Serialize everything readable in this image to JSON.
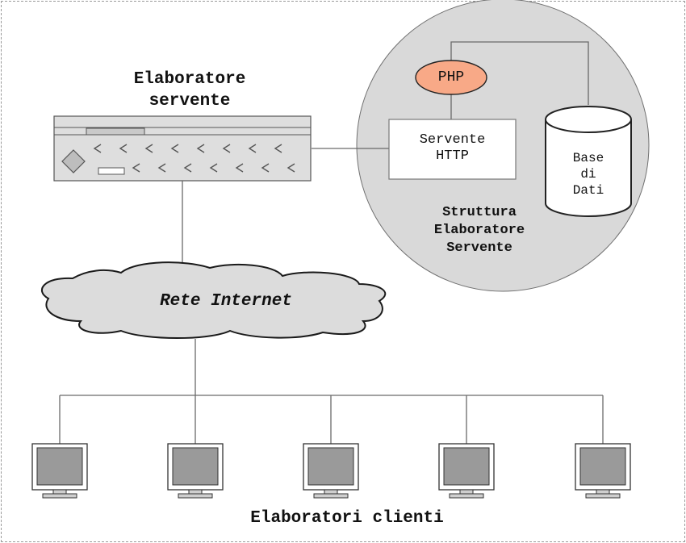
{
  "server_label": [
    "Elaboratore",
    "servente"
  ],
  "php_label": "PHP",
  "http_label": [
    "Servente",
    "HTTP"
  ],
  "db_label": [
    "Base",
    "di",
    "Dati"
  ],
  "structure_label": [
    "Struttura",
    "Elaboratore",
    "Servente"
  ],
  "internet_label": "Rete Internet",
  "clients_label": "Elaboratori clienti",
  "colors": {
    "php_fill": "#f8a987",
    "bubble_fill": "#d9d9d9",
    "cloud_fill": "#dcdcdc",
    "server_fill": "#dedede",
    "monitor_fill": "#9a9a9a"
  }
}
